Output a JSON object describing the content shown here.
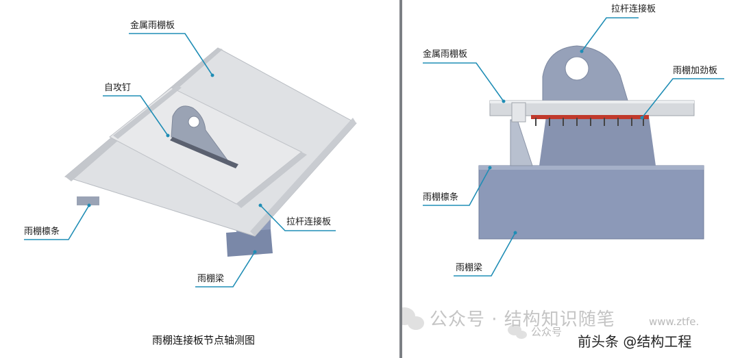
{
  "left_panel": {
    "labels": {
      "roof_panel": "金属雨棚板",
      "screw": "自攻钉",
      "purlin": "雨棚檩条",
      "tie_plate": "拉杆连接板",
      "beam": "雨棚梁"
    },
    "caption": "雨棚连接板节点轴测图"
  },
  "right_panel": {
    "labels": {
      "tie_plate": "拉杆连接板",
      "roof_panel": "金属雨棚板",
      "stiffener": "雨棚加劲板",
      "purlin": "雨棚檩条",
      "beam": "雨棚梁"
    }
  },
  "watermarks": {
    "wechat": "公众号 · 结构知识随笔",
    "wechat_small": "公众号",
    "toutiao": "前头条 @结构工程",
    "url": "www.ztfe."
  },
  "colors": {
    "leader_line": "#1f8db5",
    "steel_blue": "#8a97b5",
    "roof_gray": "#d9dbde",
    "stiffener_red": "#c0392b",
    "divider": "#7c7f84"
  }
}
